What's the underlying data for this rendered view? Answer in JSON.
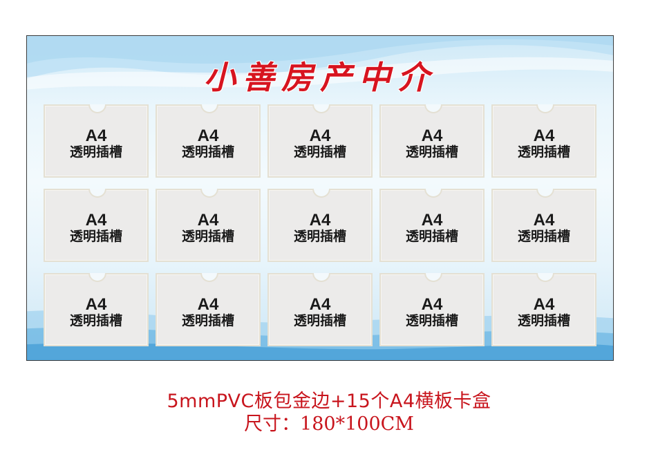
{
  "board": {
    "title": "小善房产中介",
    "slots": [
      {
        "size": "A4",
        "label": "透明插槽"
      },
      {
        "size": "A4",
        "label": "透明插槽"
      },
      {
        "size": "A4",
        "label": "透明插槽"
      },
      {
        "size": "A4",
        "label": "透明插槽"
      },
      {
        "size": "A4",
        "label": "透明插槽"
      },
      {
        "size": "A4",
        "label": "透明插槽"
      },
      {
        "size": "A4",
        "label": "透明插槽"
      },
      {
        "size": "A4",
        "label": "透明插槽"
      },
      {
        "size": "A4",
        "label": "透明插槽"
      },
      {
        "size": "A4",
        "label": "透明插槽"
      },
      {
        "size": "A4",
        "label": "透明插槽"
      },
      {
        "size": "A4",
        "label": "透明插槽"
      },
      {
        "size": "A4",
        "label": "透明插槽"
      },
      {
        "size": "A4",
        "label": "透明插槽"
      },
      {
        "size": "A4",
        "label": "透明插槽"
      }
    ],
    "colors": {
      "title": "#d7141f",
      "background": "#e7f4fb",
      "wave": "#9fd1ee"
    }
  },
  "caption": {
    "line1": "5mmPVC板包金边+15个A4横板卡盒",
    "line2": "尺寸：180*100CM",
    "color": "#c8151d"
  }
}
